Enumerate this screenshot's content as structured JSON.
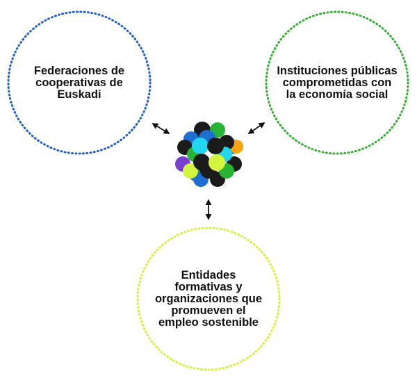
{
  "nodes": [
    {
      "id": "federaciones",
      "label": "Federaciones de\ncooperativas de\nEuskadi",
      "color": "#1f5fc9"
    },
    {
      "id": "instituciones",
      "label": "Instituciones públicas\ncomprometidas con\nla economía social",
      "color": "#2fb12f"
    },
    {
      "id": "entidades",
      "label": "Entidades\nformativas y\norganizaciones que\npromueven el\nempleo sostenible",
      "color": "#d8ef3a"
    }
  ],
  "hub_colors": {
    "black": "#1b1b1b",
    "blue": "#1e6fd1",
    "cyan": "#22d6ee",
    "green": "#27b336",
    "lime": "#d3f53d",
    "orange": "#f7a316",
    "purple": "#7b3fcf"
  }
}
